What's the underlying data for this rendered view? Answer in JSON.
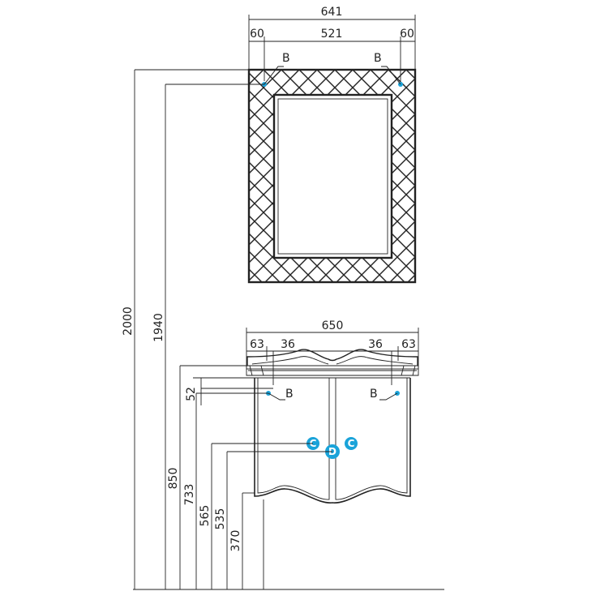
{
  "mirror": {
    "overall_width": "641",
    "left_margin": "60",
    "inner_width": "521",
    "right_margin": "60",
    "mount_left": "B",
    "mount_right": "B"
  },
  "cabinet": {
    "overall_width": "650",
    "left_offset": "63",
    "left_inner": "36",
    "right_inner": "36",
    "right_offset": "63",
    "mount_left": "B",
    "mount_right": "B",
    "conn_left": "C",
    "conn_center": "D",
    "conn_right": "C"
  },
  "heights": {
    "h2000": "2000",
    "h1940": "1940",
    "h850": "850",
    "h52": "52",
    "h733": "733",
    "h565": "565",
    "h535": "535",
    "h370": "370"
  },
  "colors": {
    "line": "#222222",
    "marker": "#1aa3d9"
  }
}
